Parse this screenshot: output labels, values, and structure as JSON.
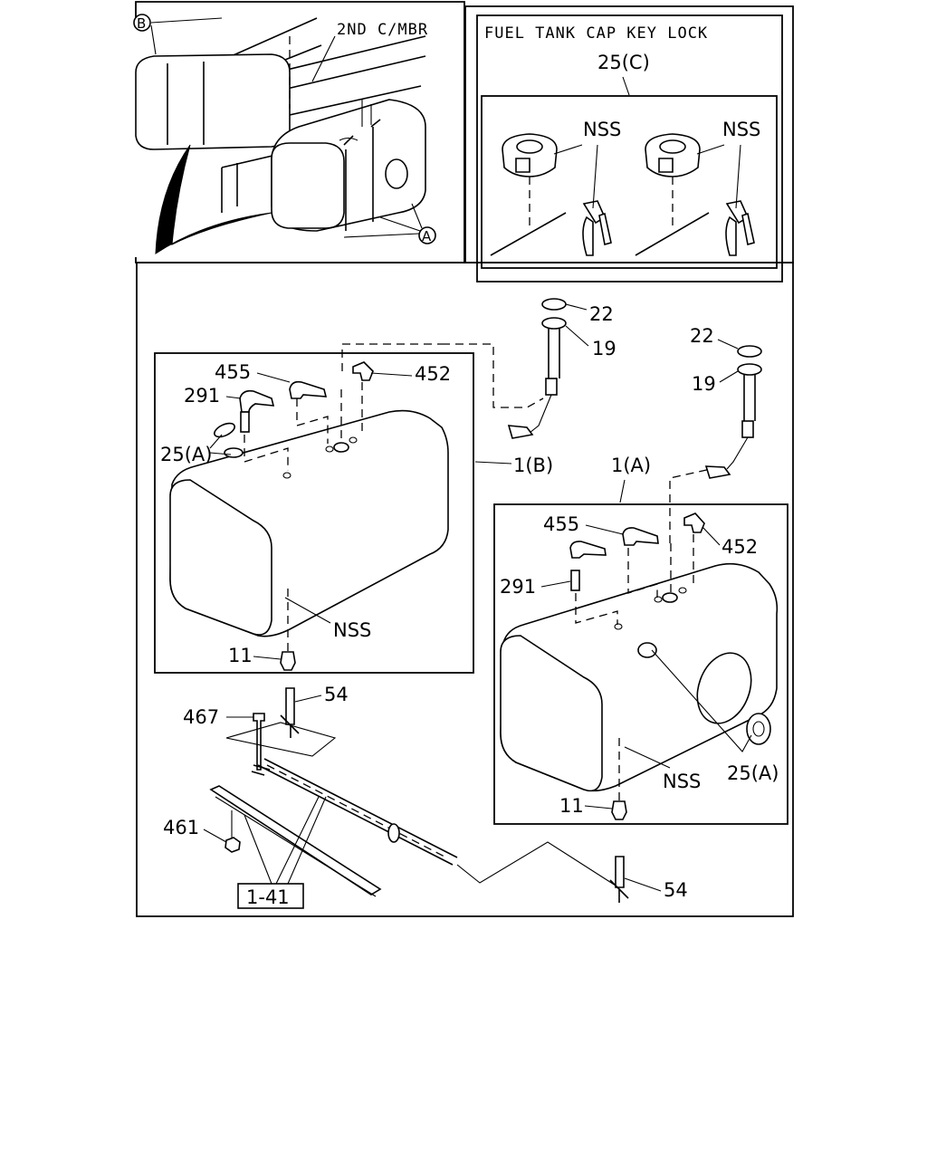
{
  "inset_overview": {
    "label_2nd_cmbr": "2ND C/MBR",
    "callout_b": "B",
    "callout_a": "A"
  },
  "key_lock_box": {
    "title": "FUEL TANK CAP KEY LOCK",
    "part_ref": "25(C)",
    "nss_left": "NSS",
    "nss_right": "NSS"
  },
  "tank_b": {
    "ref": "1(B)",
    "nss": "NSS",
    "parts": {
      "p455": "455",
      "p452": "452",
      "p291": "291",
      "p25a": "25(A)",
      "p22": "22",
      "p19": "19",
      "p11": "11",
      "p54": "54"
    }
  },
  "tank_a": {
    "ref": "1(A)",
    "nss": "NSS",
    "parts": {
      "p455": "455",
      "p452": "452",
      "p291": "291",
      "p25a": "25(A)",
      "p22": "22",
      "p19": "19",
      "p11": "11",
      "p54": "54"
    }
  },
  "mounting": {
    "p467": "467",
    "p461": "461",
    "ref_box": "1-41"
  }
}
